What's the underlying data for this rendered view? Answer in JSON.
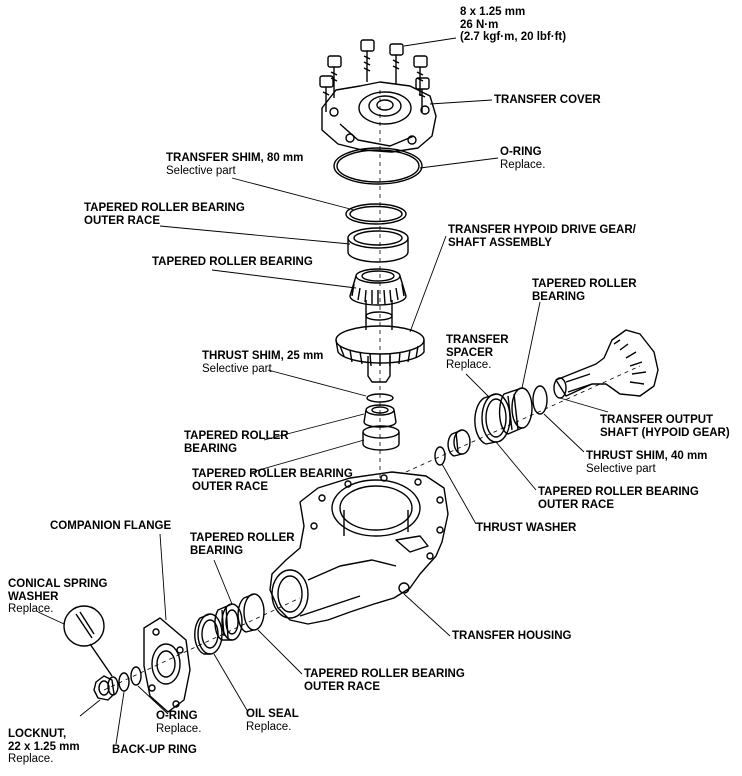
{
  "labels": {
    "bolt_spec": {
      "line1": "8 x 1.25 mm",
      "line2": "26 N·m",
      "line3": "(2.7 kgf·m, 20 lbf·ft)"
    },
    "transfer_cover": "TRANSFER COVER",
    "o_ring_top": {
      "title": "O-RING",
      "note": "Replace."
    },
    "transfer_shim": {
      "title": "TRANSFER SHIM, 80 mm",
      "note": "Selective part"
    },
    "trb_outer_race_top": {
      "line1": "TAPERED ROLLER BEARING",
      "line2": "OUTER RACE"
    },
    "trb_top": "TAPERED ROLLER BEARING",
    "hypoid_drive_gear": {
      "line1": "TRANSFER HYPOID DRIVE GEAR/",
      "line2": "SHAFT ASSEMBLY"
    },
    "thrust_shim_25": {
      "title": "THRUST SHIM, 25 mm",
      "note": "Selective part"
    },
    "trb_mid": {
      "line1": "TAPERED ROLLER",
      "line2": "BEARING"
    },
    "trb_outer_race_mid": {
      "line1": "TAPERED ROLLER BEARING",
      "line2": "OUTER RACE"
    },
    "transfer_spacer": {
      "line1": "TRANSFER",
      "line2": "SPACER",
      "note": "Replace."
    },
    "trb_right": {
      "line1": "TAPERED ROLLER",
      "line2": "BEARING"
    },
    "output_shaft": {
      "line1": "TRANSFER OUTPUT",
      "line2": "SHAFT (HYPOID GEAR)"
    },
    "thrust_shim_40": {
      "title": "THRUST SHIM, 40 mm",
      "note": "Selective part"
    },
    "trb_outer_race_right": {
      "line1": "TAPERED ROLLER BEARING",
      "line2": "OUTER RACE"
    },
    "thrust_washer": "THRUST WASHER",
    "companion_flange": "COMPANION FLANGE",
    "trb_lower": {
      "line1": "TAPERED ROLLER",
      "line2": "BEARING"
    },
    "conical_washer": {
      "line1": "CONICAL SPRING",
      "line2": "WASHER",
      "note": "Replace."
    },
    "transfer_housing": "TRANSFER HOUSING",
    "trb_outer_race_lower": {
      "line1": "TAPERED ROLLER BEARING",
      "line2": "OUTER RACE"
    },
    "locknut": {
      "line1": "LOCKNUT,",
      "line2": "22 x 1.25 mm",
      "note": "Replace."
    },
    "o_ring_lower": {
      "title": "O-RING",
      "note": "Replace."
    },
    "oil_seal": {
      "title": "OIL SEAL",
      "note": "Replace."
    },
    "backup_ring": "BACK-UP RING"
  }
}
